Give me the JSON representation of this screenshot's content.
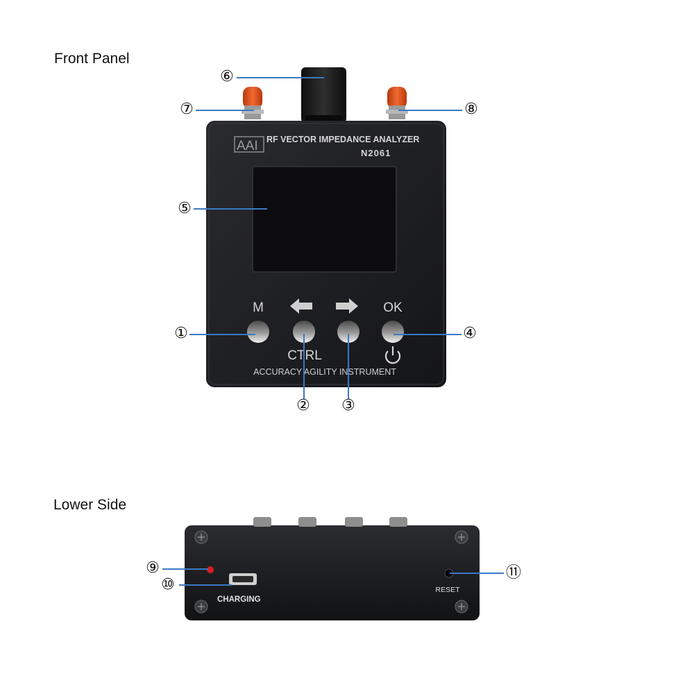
{
  "sections": {
    "front_title": "Front Panel",
    "lower_title": "Lower Side"
  },
  "device": {
    "brand": "AAI",
    "product_line": "RF VECTOR IMPEDANCE ANALYZER",
    "model": "N2061",
    "footer_text": "ACCURACY AGILITY INSTRUMENT",
    "button_labels": {
      "m": "M",
      "ok": "OK",
      "ctrl": "CTRL"
    },
    "lower_labels": {
      "charging": "CHARGING",
      "reset": "RESET"
    }
  },
  "callouts": [
    "①",
    "②",
    "③",
    "④",
    "⑤",
    "⑥",
    "⑦",
    "⑧",
    "⑨",
    "⑩",
    "⑪"
  ],
  "colors": {
    "callout_line": "#3a79c4",
    "device_body": "#1c1d20",
    "connector": "#e0541c",
    "led": "#d81e1e"
  }
}
